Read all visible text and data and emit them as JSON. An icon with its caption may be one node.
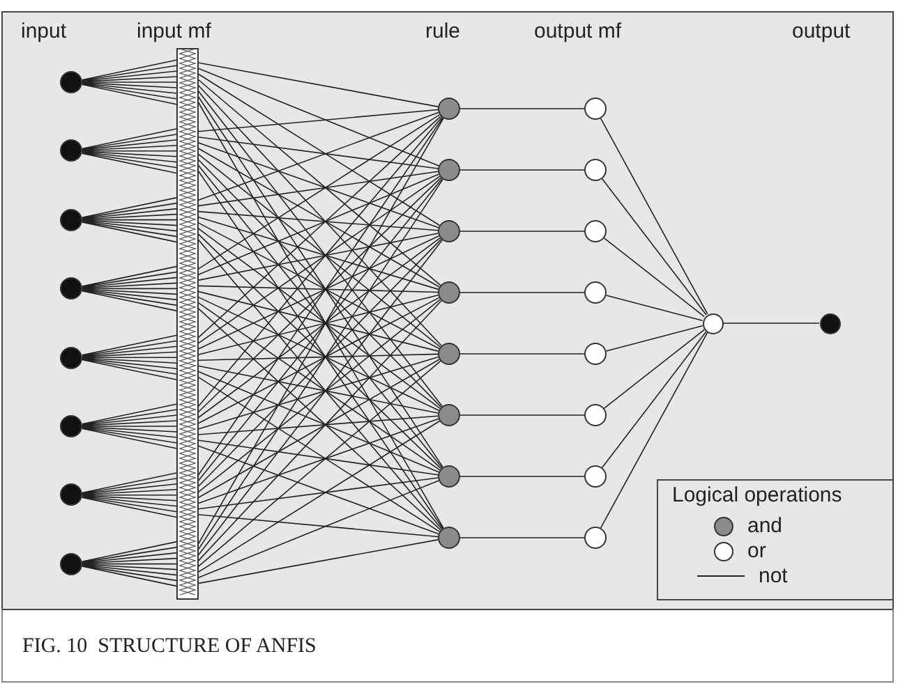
{
  "diagram": {
    "caption": "FIG. 10  STRUCTURE OF ANFIS",
    "nodes": [
      {
        "text": [],
        "shape": "circle"
      },
      {
        "text": [],
        "shape": "circle"
      },
      {
        "text": [],
        "shape": "circle"
      },
      {
        "text": [],
        "shape": "circle"
      },
      {
        "text": [],
        "shape": "circle"
      },
      {
        "text": [],
        "shape": "circle"
      },
      {
        "text": [],
        "shape": "circle"
      },
      {
        "text": [],
        "shape": "circle"
      },
      {
        "text": [],
        "shape": "bar"
      },
      {
        "text": [],
        "shape": "circle"
      },
      {
        "text": [],
        "shape": "circle"
      },
      {
        "text": [],
        "shape": "circle"
      },
      {
        "text": [],
        "shape": "circle"
      },
      {
        "text": [],
        "shape": "circle"
      },
      {
        "text": [],
        "shape": "circle"
      },
      {
        "text": [],
        "shape": "circle"
      },
      {
        "text": [],
        "shape": "circle"
      },
      {
        "text": [],
        "shape": "circle"
      },
      {
        "text": [],
        "shape": "circle"
      },
      {
        "text": [],
        "shape": "circle"
      },
      {
        "text": [],
        "shape": "circle"
      },
      {
        "text": [],
        "shape": "circle"
      },
      {
        "text": [],
        "shape": "circle"
      },
      {
        "text": [],
        "shape": "circle"
      },
      {
        "text": [],
        "shape": "circle"
      },
      {
        "text": [],
        "shape": "circle"
      },
      {
        "text": [],
        "shape": "circle"
      }
    ],
    "edges": [
      {
        "from": 0,
        "to": 8,
        "arrow": "none"
      },
      {
        "from": 1,
        "to": 8,
        "arrow": "none"
      },
      {
        "from": 2,
        "to": 8,
        "arrow": "none"
      },
      {
        "from": 3,
        "to": 8,
        "arrow": "none"
      },
      {
        "from": 4,
        "to": 8,
        "arrow": "none"
      },
      {
        "from": 5,
        "to": 8,
        "arrow": "none"
      },
      {
        "from": 6,
        "to": 8,
        "arrow": "none"
      },
      {
        "from": 7,
        "to": 8,
        "arrow": "none"
      },
      {
        "from": 8,
        "to": 9,
        "arrow": "none"
      },
      {
        "from": 8,
        "to": 10,
        "arrow": "none"
      },
      {
        "from": 8,
        "to": 11,
        "arrow": "none"
      },
      {
        "from": 8,
        "to": 12,
        "arrow": "none"
      },
      {
        "from": 8,
        "to": 13,
        "arrow": "none"
      },
      {
        "from": 8,
        "to": 14,
        "arrow": "none"
      },
      {
        "from": 8,
        "to": 15,
        "arrow": "none"
      },
      {
        "from": 8,
        "to": 16,
        "arrow": "none"
      },
      {
        "from": 9,
        "to": 17,
        "arrow": "none"
      },
      {
        "from": 10,
        "to": 18,
        "arrow": "none"
      },
      {
        "from": 11,
        "to": 19,
        "arrow": "none"
      },
      {
        "from": 12,
        "to": 20,
        "arrow": "none"
      },
      {
        "from": 13,
        "to": 21,
        "arrow": "none"
      },
      {
        "from": 14,
        "to": 22,
        "arrow": "none"
      },
      {
        "from": 15,
        "to": 23,
        "arrow": "none"
      },
      {
        "from": 16,
        "to": 24,
        "arrow": "none"
      },
      {
        "from": 17,
        "to": 25,
        "arrow": "none"
      },
      {
        "from": 18,
        "to": 25,
        "arrow": "none"
      },
      {
        "from": 19,
        "to": 25,
        "arrow": "none"
      },
      {
        "from": 20,
        "to": 25,
        "arrow": "none"
      },
      {
        "from": 21,
        "to": 25,
        "arrow": "none"
      },
      {
        "from": 22,
        "to": 25,
        "arrow": "none"
      },
      {
        "from": 23,
        "to": 25,
        "arrow": "none"
      },
      {
        "from": 24,
        "to": 25,
        "arrow": "none"
      },
      {
        "from": 25,
        "to": 26,
        "arrow": "none"
      }
    ],
    "labels": [
      "input",
      "input mf",
      "rule",
      "output mf",
      "output",
      "Logical operations"
    ],
    "legend": [
      {
        "text": "and"
      },
      {
        "text": "or"
      },
      {
        "text": "not"
      }
    ]
  }
}
